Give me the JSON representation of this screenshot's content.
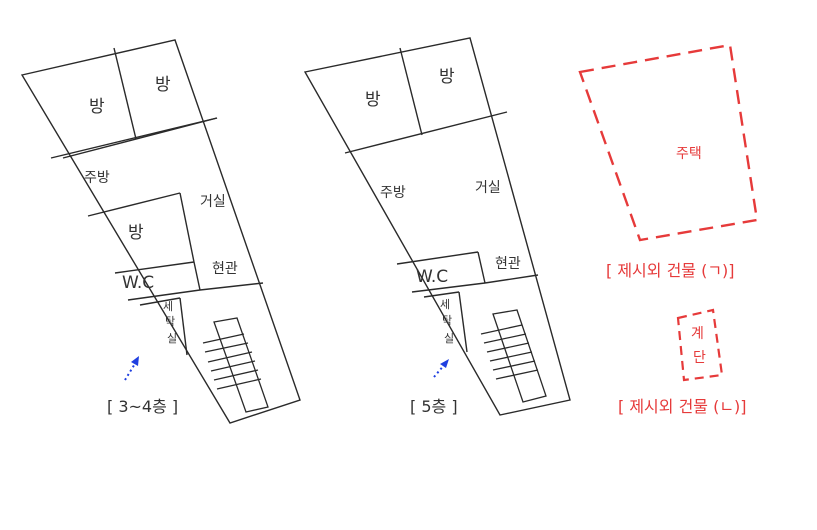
{
  "plan_3_4": {
    "rooms": [
      "방",
      "방",
      "주방",
      "거실",
      "방",
      "W.C",
      "현관",
      "세",
      "탁",
      "실"
    ],
    "caption": "[ 3~4층 ]"
  },
  "plan_5": {
    "rooms": [
      "방",
      "방",
      "주방",
      "거실",
      "W.C",
      "현관",
      "세",
      "탁",
      "실"
    ],
    "caption": "[ 5층 ]"
  },
  "excluded_a": {
    "label": "주택",
    "caption": "[ 제시외 건물 (ㄱ)]"
  },
  "excluded_b": {
    "label_top": "계",
    "label_bottom": "단",
    "caption": "[ 제시외 건물 (ㄴ)]"
  },
  "colors": {
    "line": "#2a2a2a",
    "excluded": "#e63a3a",
    "arrow": "#1f3fe0"
  }
}
